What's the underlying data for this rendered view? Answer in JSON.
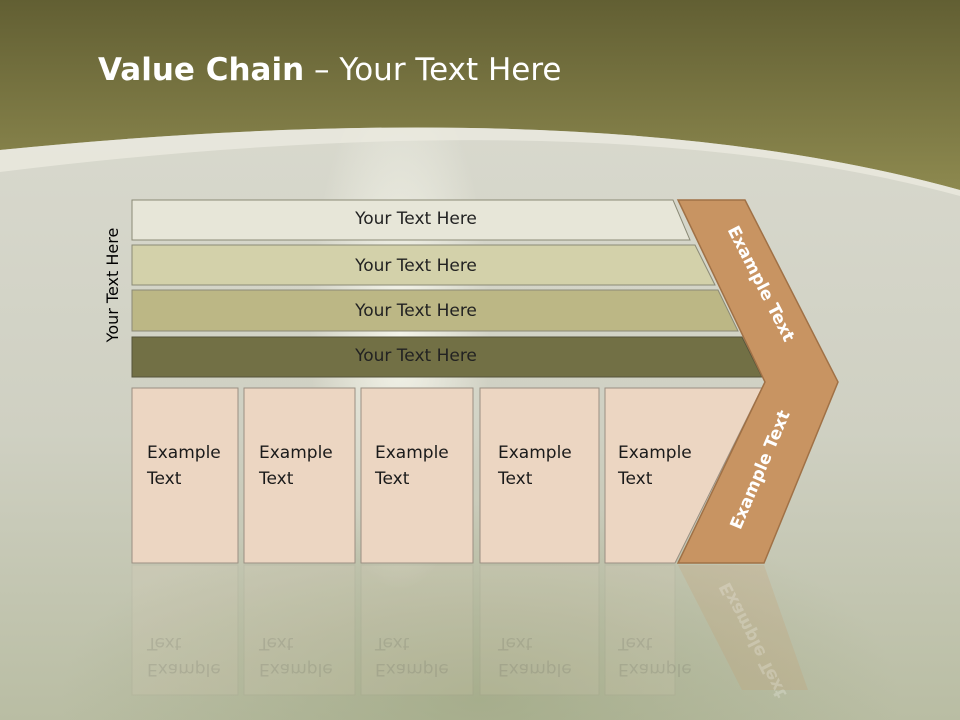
{
  "title": {
    "bold": "Value Chain",
    "rest": " – Your Text Here"
  },
  "side_label": "Your Text Here",
  "bars": [
    {
      "label": "Your Text Here",
      "color": "#e7e6d8"
    },
    {
      "label": "Your Text Here",
      "color": "#d3d1aa"
    },
    {
      "label": "Your Text Here",
      "color": "#bcb785"
    },
    {
      "label": "Your Text Here",
      "color": "#727045"
    }
  ],
  "boxes": [
    {
      "line1": "Example",
      "line2": "Text"
    },
    {
      "line1": "Example",
      "line2": "Text"
    },
    {
      "line1": "Example",
      "line2": "Text"
    },
    {
      "line1": "Example",
      "line2": "Text"
    },
    {
      "line1": "Example",
      "line2": "Text"
    }
  ],
  "chevron": {
    "upper": "Example Text",
    "lower": "Example Text",
    "color": "#c89462"
  },
  "colors": {
    "header": "#7e7b46",
    "box_fill": "#ecd6c2"
  }
}
